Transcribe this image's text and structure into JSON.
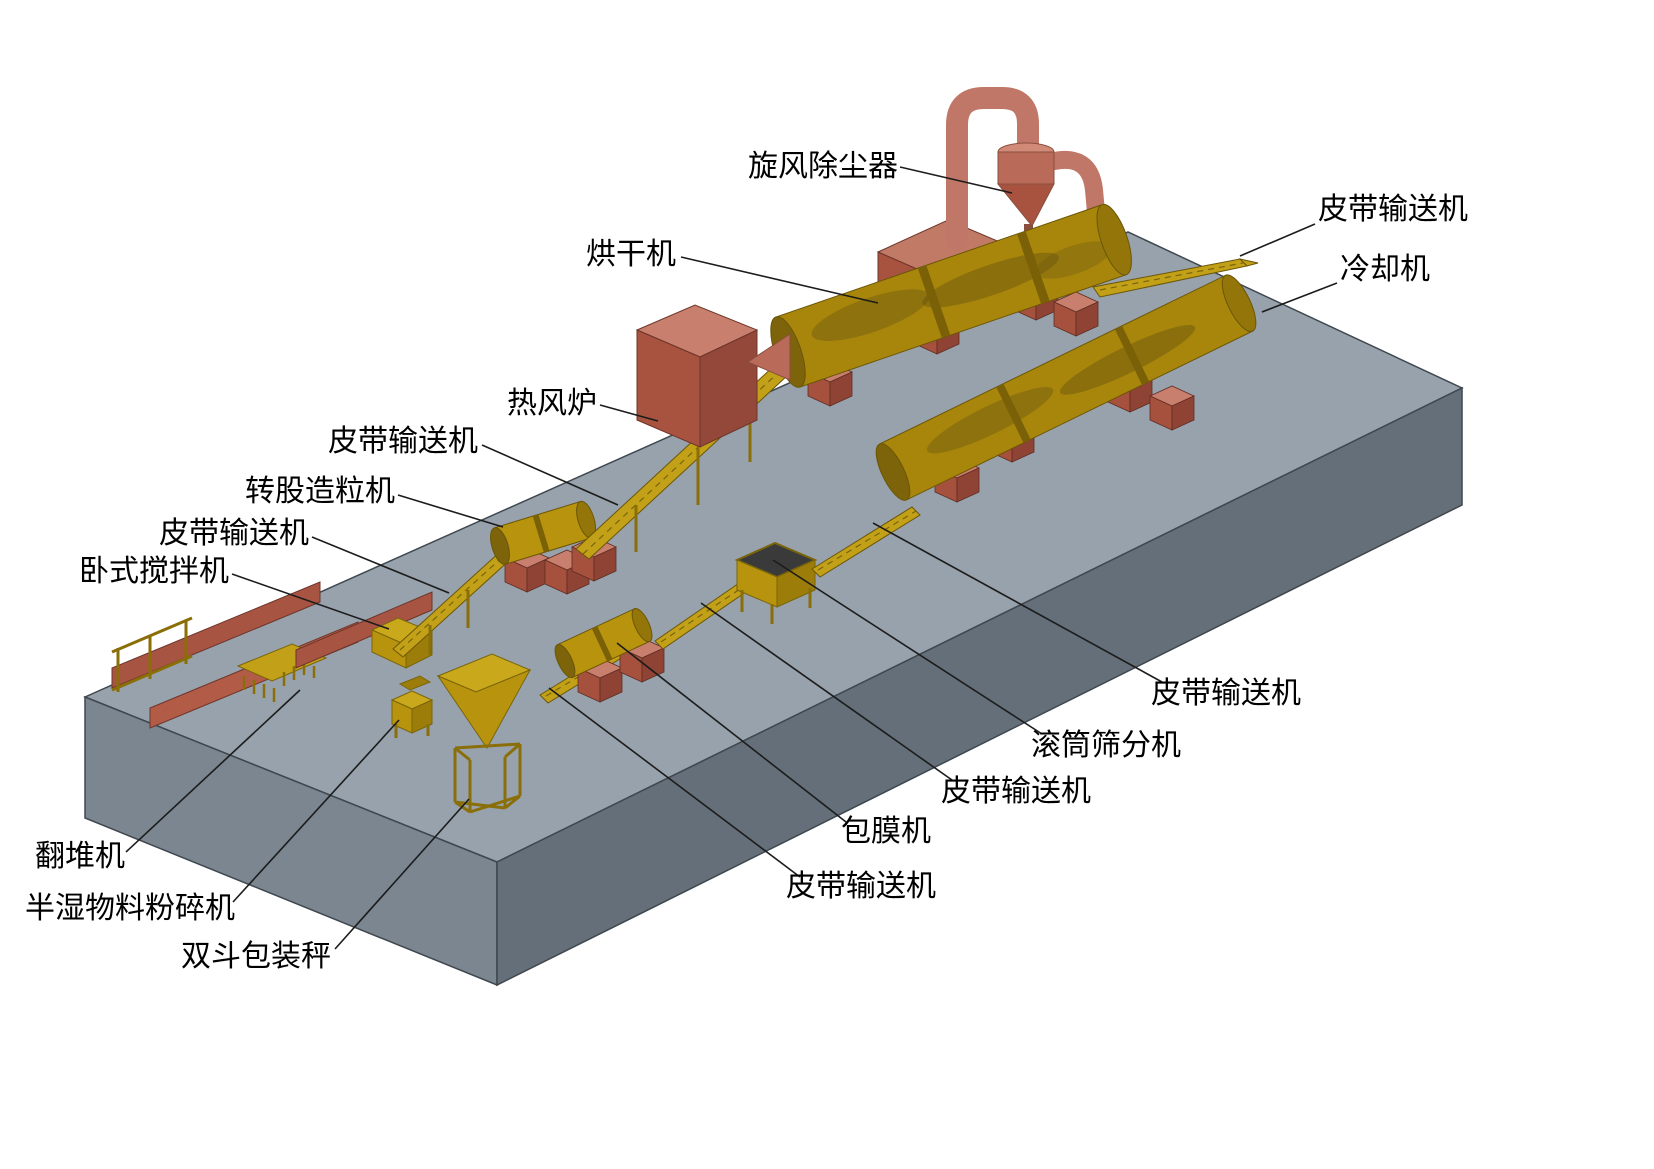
{
  "diagram": {
    "type": "equipment-layout-3d",
    "background": "#ffffff",
    "colors": {
      "platform_top": "#97a2ac",
      "platform_left": "#7b8690",
      "platform_front": "#646f79",
      "machine_gold": "#b8940e",
      "machine_gold_light": "#c9a81c",
      "machine_gold_dark": "#7a650a",
      "brick_red_front": "#a6503e",
      "brick_red_top": "#c97f6d",
      "pipe_salmon": "#c07767",
      "label_text": "#000000",
      "leader_line": "#1c1c1c"
    },
    "labels": [
      {
        "id": "cyclone-dust-collector",
        "text": "旋风除尘器"
      },
      {
        "id": "belt-conveyor-top-right",
        "text": "皮带输送机"
      },
      {
        "id": "cooling-machine",
        "text": "冷却机"
      },
      {
        "id": "dryer",
        "text": "烘干机"
      },
      {
        "id": "hot-blast-stove",
        "text": "热风炉"
      },
      {
        "id": "belt-conveyor-upper-left",
        "text": "皮带输送机"
      },
      {
        "id": "rotary-drum-granulator",
        "text": "转股造粒机"
      },
      {
        "id": "belt-conveyor-mid-left",
        "text": "皮带输送机"
      },
      {
        "id": "horizontal-mixer",
        "text": "卧式搅拌机"
      },
      {
        "id": "compost-turner",
        "text": "翻堆机"
      },
      {
        "id": "semi-wet-material-crusher",
        "text": "半湿物料粉碎机"
      },
      {
        "id": "double-bucket-packing-scale",
        "text": "双斗包装秤"
      },
      {
        "id": "belt-conveyor-bottom",
        "text": "皮带输送机"
      },
      {
        "id": "coating-machine",
        "text": "包膜机"
      },
      {
        "id": "belt-conveyor-mid-bottom",
        "text": "皮带输送机"
      },
      {
        "id": "drum-screening-machine",
        "text": "滚筒筛分机"
      },
      {
        "id": "belt-conveyor-right",
        "text": "皮带输送机"
      }
    ]
  }
}
